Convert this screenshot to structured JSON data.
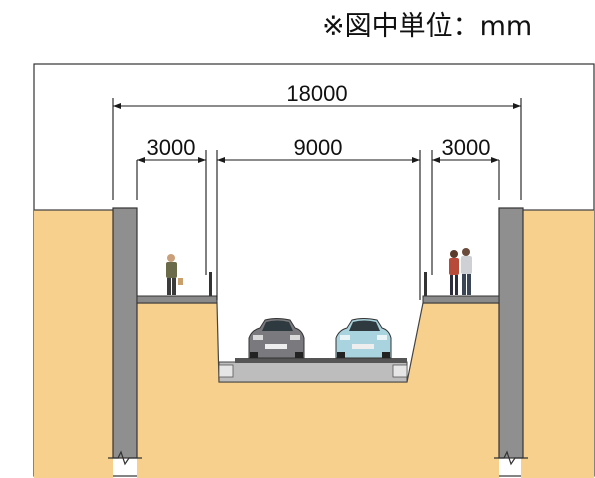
{
  "unit_note": "※図中単位：mm",
  "dimensions": {
    "overall": "18000",
    "left_sidewalk": "3000",
    "carriageway": "9000",
    "right_sidewalk": "3000"
  },
  "colors": {
    "soil": "#f8d08e",
    "retaining_wall": "#8f8f8f",
    "road_surface": "#555555",
    "dimension_line": "#1a1a1a"
  }
}
